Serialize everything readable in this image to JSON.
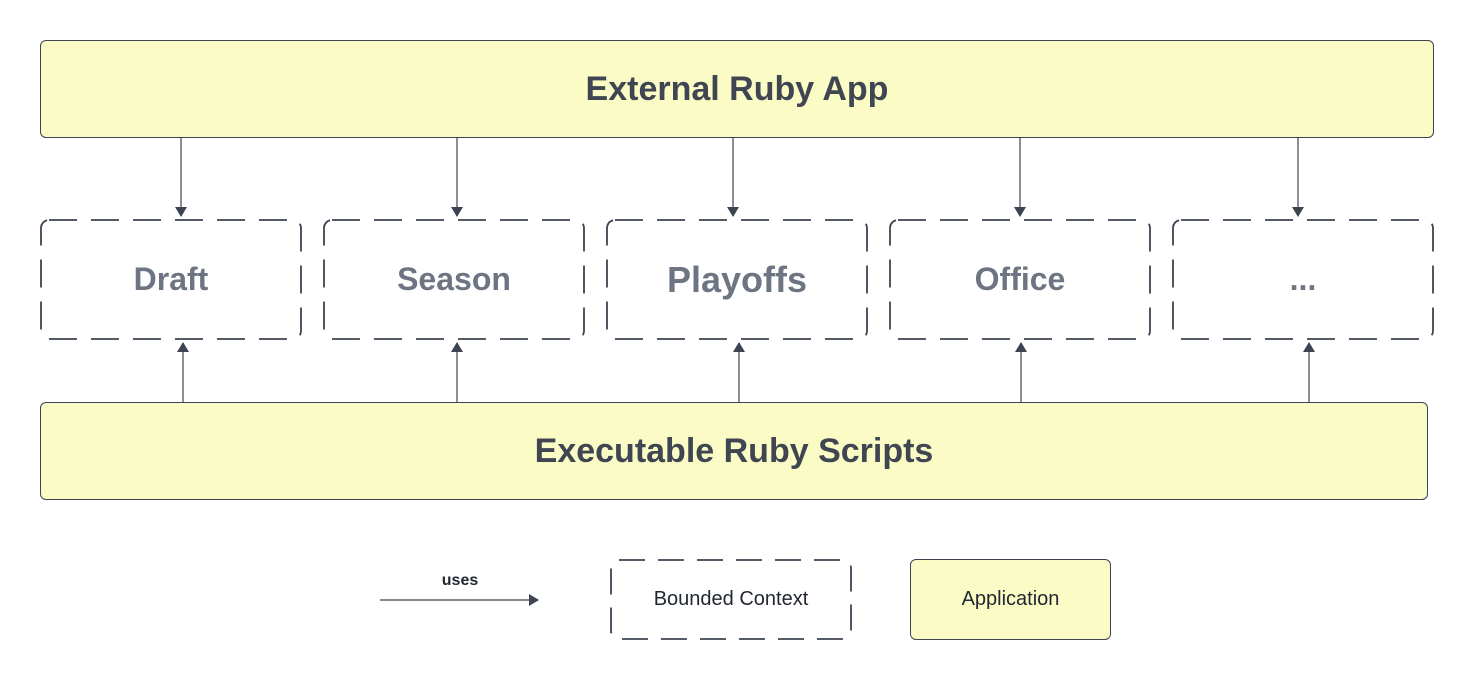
{
  "diagram": {
    "top_app": {
      "label": "External Ruby App"
    },
    "bottom_app": {
      "label": "Executable Ruby Scripts"
    },
    "contexts": [
      {
        "label": "Draft"
      },
      {
        "label": "Season"
      },
      {
        "label": "Playoffs"
      },
      {
        "label": "Office"
      },
      {
        "label": "..."
      }
    ]
  },
  "legend": {
    "uses_label": "uses",
    "bounded_context_label": "Bounded Context",
    "application_label": "Application"
  },
  "colors": {
    "application_fill": "#fbfbc6",
    "stroke": "#3d4350",
    "context_text": "#6e7582",
    "app_text": "#3f4652"
  }
}
